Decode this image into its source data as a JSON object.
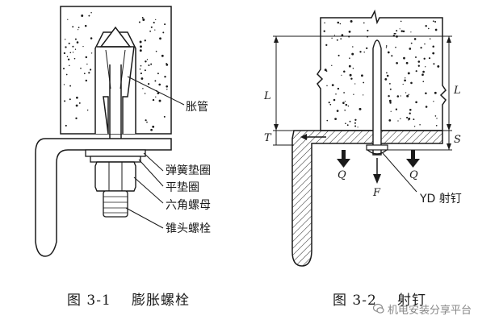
{
  "figure1": {
    "caption_number": "图 3-1",
    "caption_title": "膨胀螺栓",
    "labels": {
      "expansion_tube": "胀管",
      "spring_washer": "弹簧垫圈",
      "flat_washer": "平垫圈",
      "hex_nut": "六角螺母",
      "cone_bolt": "锥头螺栓"
    }
  },
  "figure2": {
    "caption_number": "图 3-2",
    "caption_title": "射钉",
    "labels": {
      "nail": "YD 射钉",
      "force_f": "F",
      "load_q_left": "Q",
      "load_q_right": "Q",
      "dim_l_left": "L",
      "dim_l_right": "L",
      "dim_t": "T",
      "dim_s": "S"
    }
  },
  "watermark": "机电安装分享平台",
  "colors": {
    "ink": "#1a1a1a",
    "watermark": "#888888"
  }
}
